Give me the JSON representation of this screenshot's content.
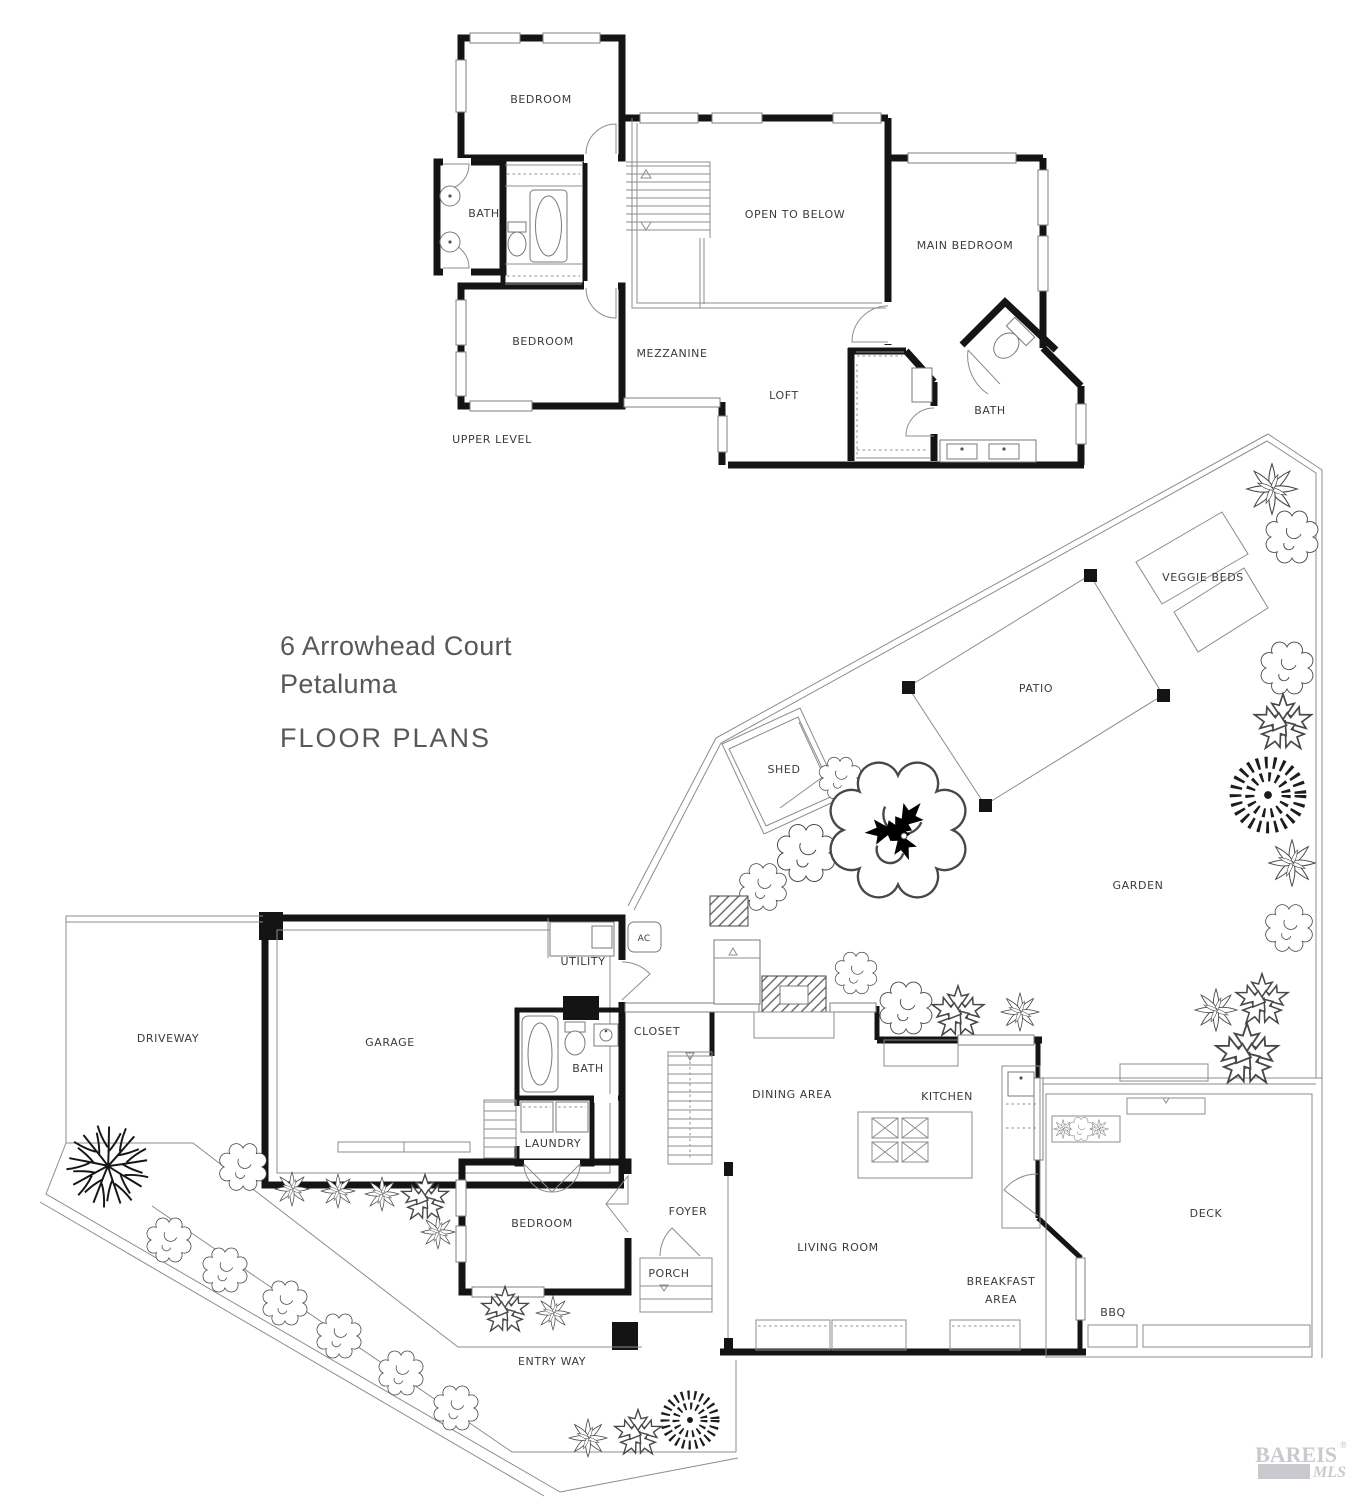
{
  "title": {
    "address_line1": "6 Arrowhead Court",
    "address_line2": "Petaluma",
    "heading": "FLOOR PLANS"
  },
  "upper_level": {
    "plan_label": "UPPER LEVEL",
    "rooms": {
      "bedroom_top": "BEDROOM",
      "hall_bath": "BATH",
      "open_to_below": "OPEN TO BELOW",
      "main_bedroom": "MAIN BEDROOM",
      "bedroom_lower": "BEDROOM",
      "mezzanine": "MEZZANINE",
      "loft": "LOFT",
      "main_bath": "BATH"
    }
  },
  "main_level": {
    "rooms": {
      "utility": "UTILITY",
      "ac_unit": "AC",
      "garage": "GARAGE",
      "closet": "CLOSET",
      "bath": "BATH",
      "laundry": "LAUNDRY",
      "bedroom": "BEDROOM",
      "foyer": "FOYER",
      "porch": "PORCH",
      "dining_area": "DINING AREA",
      "kitchen": "KITCHEN",
      "living_room": "LIVING ROOM",
      "breakfast_area_line1": "BREAKFAST",
      "breakfast_area_line2": "AREA"
    },
    "outdoor": {
      "driveway": "DRIVEWAY",
      "entry_way": "ENTRY WAY",
      "deck": "DECK",
      "bbq": "BBQ",
      "garden": "GARDEN",
      "patio": "PATIO",
      "shed": "SHED",
      "veggie_beds": "VEGGIE BEDS"
    }
  },
  "logo": {
    "brand": "BAREIS",
    "registered": "®",
    "mls": "MLS"
  },
  "colors": {
    "wall": "#141414",
    "line": "#8c8c8c",
    "label": "#3b3b3b",
    "title": "#57585a",
    "logo": "#c9cacd",
    "background": "#ffffff"
  }
}
